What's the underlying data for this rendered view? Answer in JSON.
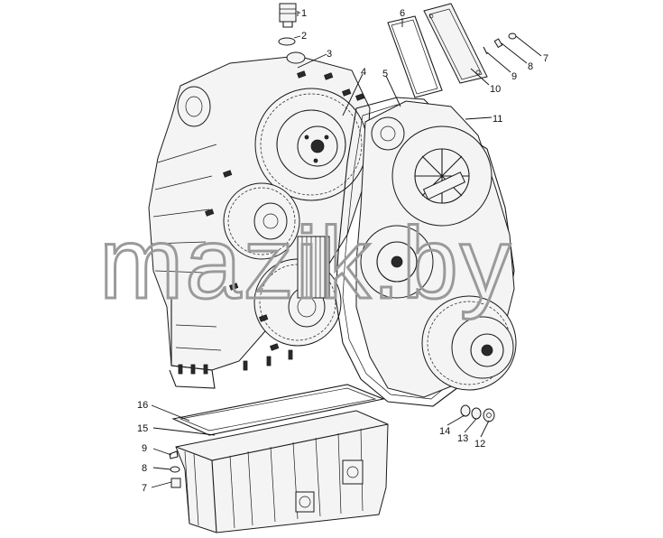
{
  "watermark": "mazik.by",
  "callouts": [
    {
      "id": "c1",
      "label": "1"
    },
    {
      "id": "c2",
      "label": "2"
    },
    {
      "id": "c3",
      "label": "3"
    },
    {
      "id": "c4",
      "label": "4"
    },
    {
      "id": "c5",
      "label": "5"
    },
    {
      "id": "c6",
      "label": "6"
    },
    {
      "id": "c7a",
      "label": "7"
    },
    {
      "id": "c8a",
      "label": "8"
    },
    {
      "id": "c9a",
      "label": "9"
    },
    {
      "id": "c10",
      "label": "10"
    },
    {
      "id": "c11",
      "label": "11"
    },
    {
      "id": "c12",
      "label": "12"
    },
    {
      "id": "c13",
      "label": "13"
    },
    {
      "id": "c14",
      "label": "14"
    },
    {
      "id": "c15",
      "label": "15"
    },
    {
      "id": "c16",
      "label": "16"
    },
    {
      "id": "c9b",
      "label": "9"
    },
    {
      "id": "c8b",
      "label": "8"
    },
    {
      "id": "c7b",
      "label": "7"
    }
  ]
}
